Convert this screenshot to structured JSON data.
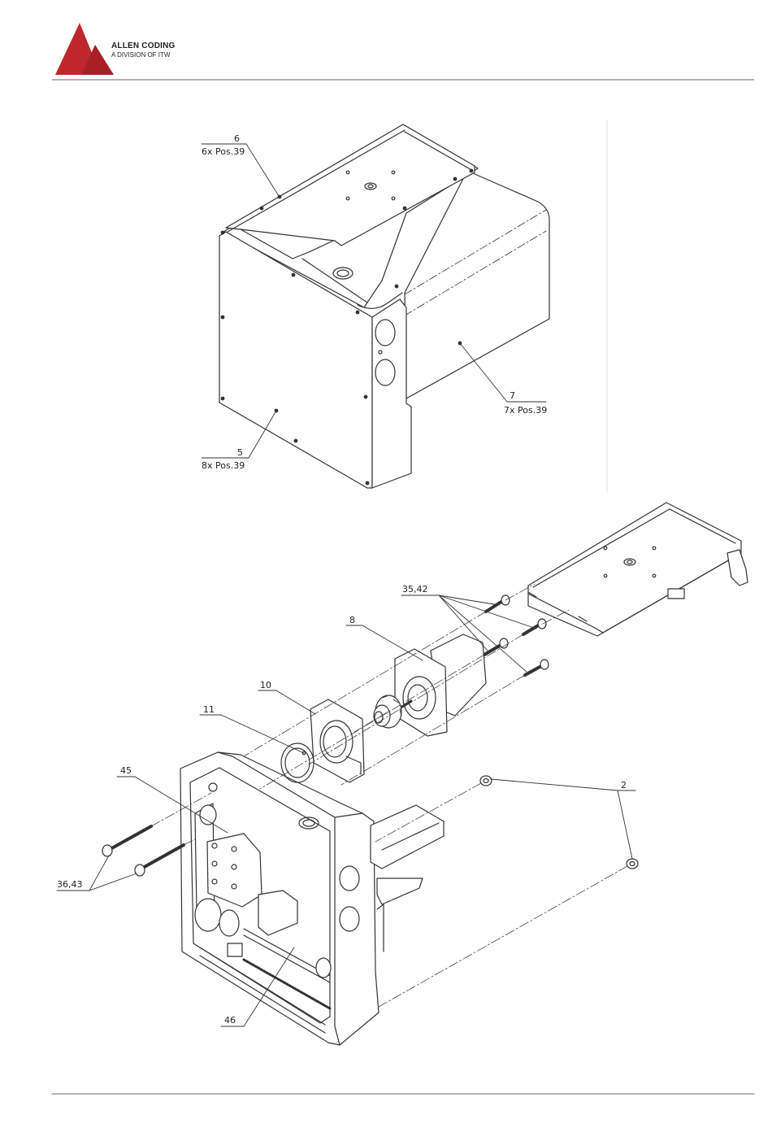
{
  "header": {
    "company": "ALLEN CODING",
    "division": "A DIVISION OF ITW",
    "logo_color": "#c0272d"
  },
  "top_assembly": {
    "callouts": [
      {
        "number": "6",
        "note": "6x Pos.39"
      },
      {
        "number": "7",
        "note": "7x Pos.39"
      },
      {
        "number": "5",
        "note": "8x Pos.39"
      }
    ]
  },
  "bottom_assembly": {
    "callouts": [
      {
        "number": "35,42"
      },
      {
        "number": "8"
      },
      {
        "number": "10"
      },
      {
        "number": "11"
      },
      {
        "number": "45"
      },
      {
        "number": "2"
      },
      {
        "number": "36,43"
      },
      {
        "number": "46"
      }
    ]
  }
}
